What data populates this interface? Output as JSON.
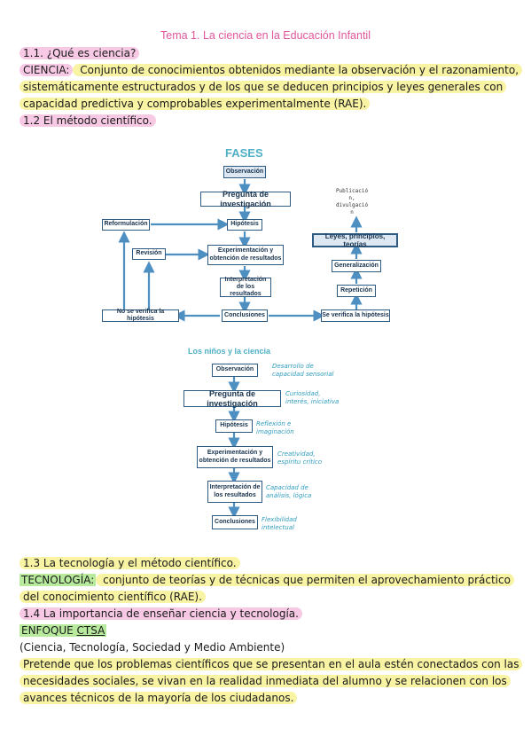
{
  "title": "Tema 1. La ciencia en la Educación Infantil",
  "s11": {
    "heading": "1.1. ¿Qué es ciencia?",
    "term": "CIENCIA:",
    "def1": " Conjunto de conocimientos obtenidos mediante la observación y el razonamiento,",
    "def2": "sistemáticamente estructurados y de los que se deducen principios y leyes generales con",
    "def3": "capacidad predictiva y comprobables experimentalmente (RAE)."
  },
  "s12": {
    "heading": "1.2 El método científico."
  },
  "fases": {
    "title": "FASES",
    "observacion": "Observación",
    "pregunta": "Pregunta de investigación",
    "hipotesis": "Hipótesis",
    "reformulacion": "Reformulación",
    "revision": "Revisión",
    "experimentacion": "Experimentación y obtención de resultados",
    "interpretacion": "Interpretación de los resultados",
    "conclusiones": "Conclusiones",
    "no_verifica": "No se verifica la hipótesis",
    "si_verifica": "Se verifica la hipótesis",
    "repeticion": "Repetición",
    "generalizacion": "Generalización",
    "leyes": "Leyes, principios, teorías",
    "publicacion": "Publicació\nn,\ndivulgació\nn"
  },
  "ninos": {
    "title": "Los niños y la ciencia",
    "observacion": "Observación",
    "pregunta": "Pregunta de investigación",
    "hipotesis": "Hipótesis",
    "experimentacion": "Experimentación y obtención de resultados",
    "interpretacion": "Interpretación de los resultados",
    "conclusiones": "Conclusiones",
    "n1": "Desarrollo de\ncapacidad sensorial",
    "n2": "Curiosidad,\ninterés, iniciativa",
    "n3": "Reflexión e\nimaginación",
    "n4": "Creatividad,\nespíritu crítico",
    "n5": "Capacidad de\nanálisis, lógica",
    "n6": "Flexibilidad\nintelectual"
  },
  "s13": {
    "heading": "1.3 La tecnología y el método científico.",
    "term": "TECNOLOGÍA:",
    "def1": " conjunto de teorías y de técnicas que permiten el aprovechamiento práctico",
    "def2": "del conocimiento científico (RAE)."
  },
  "s14": {
    "heading": "1.4 La importancia de enseñar ciencia y tecnología.",
    "enfoque_a": "ENFOQUE ",
    "enfoque_b": "CTSA",
    "sub": "(Ciencia, Tecnología, Sociedad y Medio Ambiente)",
    "p1": "Pretende que los problemas científicos que se presentan en el aula estén conectados con las",
    "p2": "necesidades sociales, se vivan en la realidad inmediata del alumno y se relacionen con los",
    "p3": "avances técnicos de la mayoría de los ciudadanos."
  }
}
